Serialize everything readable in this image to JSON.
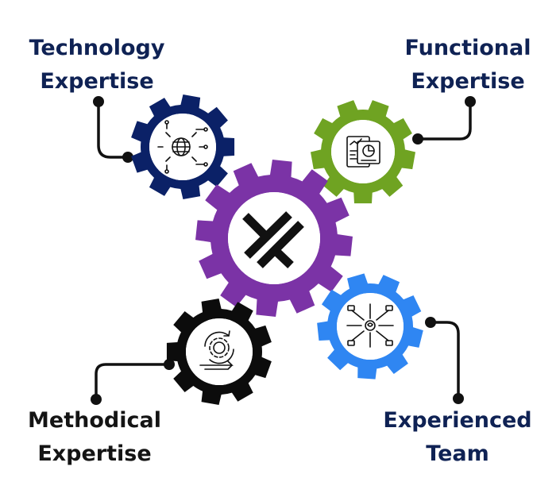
{
  "labels": {
    "technology": {
      "line1": "Technology",
      "line2": "Expertise"
    },
    "functional": {
      "line1": "Functional",
      "line2": "Expertise"
    },
    "methodical": {
      "line1": "Methodical",
      "line2": "Expertise"
    },
    "experienced": {
      "line1": "Experienced",
      "line2": "Team"
    }
  },
  "colors": {
    "center_gear": "#7b33a6",
    "technology_gear": "#0b2167",
    "functional_gear": "#6fa322",
    "methodical_gear": "#0c0c0c",
    "experienced_gear": "#2f86f2",
    "label_text": "#0f2254",
    "connector": "#111111"
  },
  "icons": {
    "center": "logo-mark-icon",
    "technology": "globe-gear-circuit-icon",
    "functional": "analytics-dashboard-icon",
    "methodical": "process-cycle-gear-icon",
    "experienced": "team-hands-together-icon"
  }
}
